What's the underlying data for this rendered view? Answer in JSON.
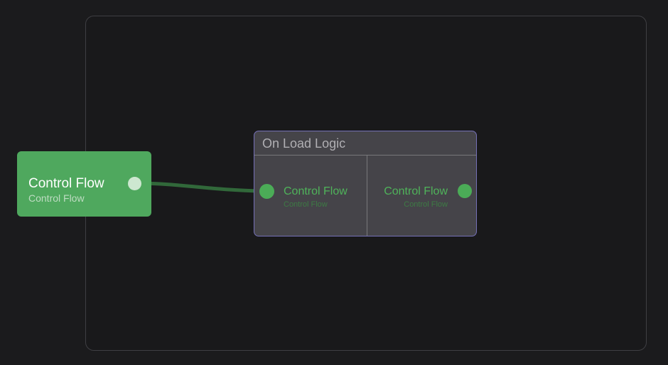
{
  "colors": {
    "background": "#1b1b1d",
    "frame_border": "#3f3f43",
    "node_green": "#4fa85e",
    "pin_port_green": "#4bac57",
    "pin_text_green": "#4fb35a",
    "pin_subtext_green": "#3d7b44",
    "edge_green": "#31683a",
    "light_port": "#cde7d0",
    "group_background": "#454449",
    "group_border_purple": "#7571b8",
    "group_title_gray": "#b0afb3"
  },
  "source_node": {
    "title": "Control Flow",
    "subtitle": "Control Flow"
  },
  "group_node": {
    "title": "On Load Logic",
    "input_pin": {
      "title": "Control Flow",
      "subtitle": "Control Flow"
    },
    "output_pin": {
      "title": "Control Flow",
      "subtitle": "Control Flow"
    }
  }
}
